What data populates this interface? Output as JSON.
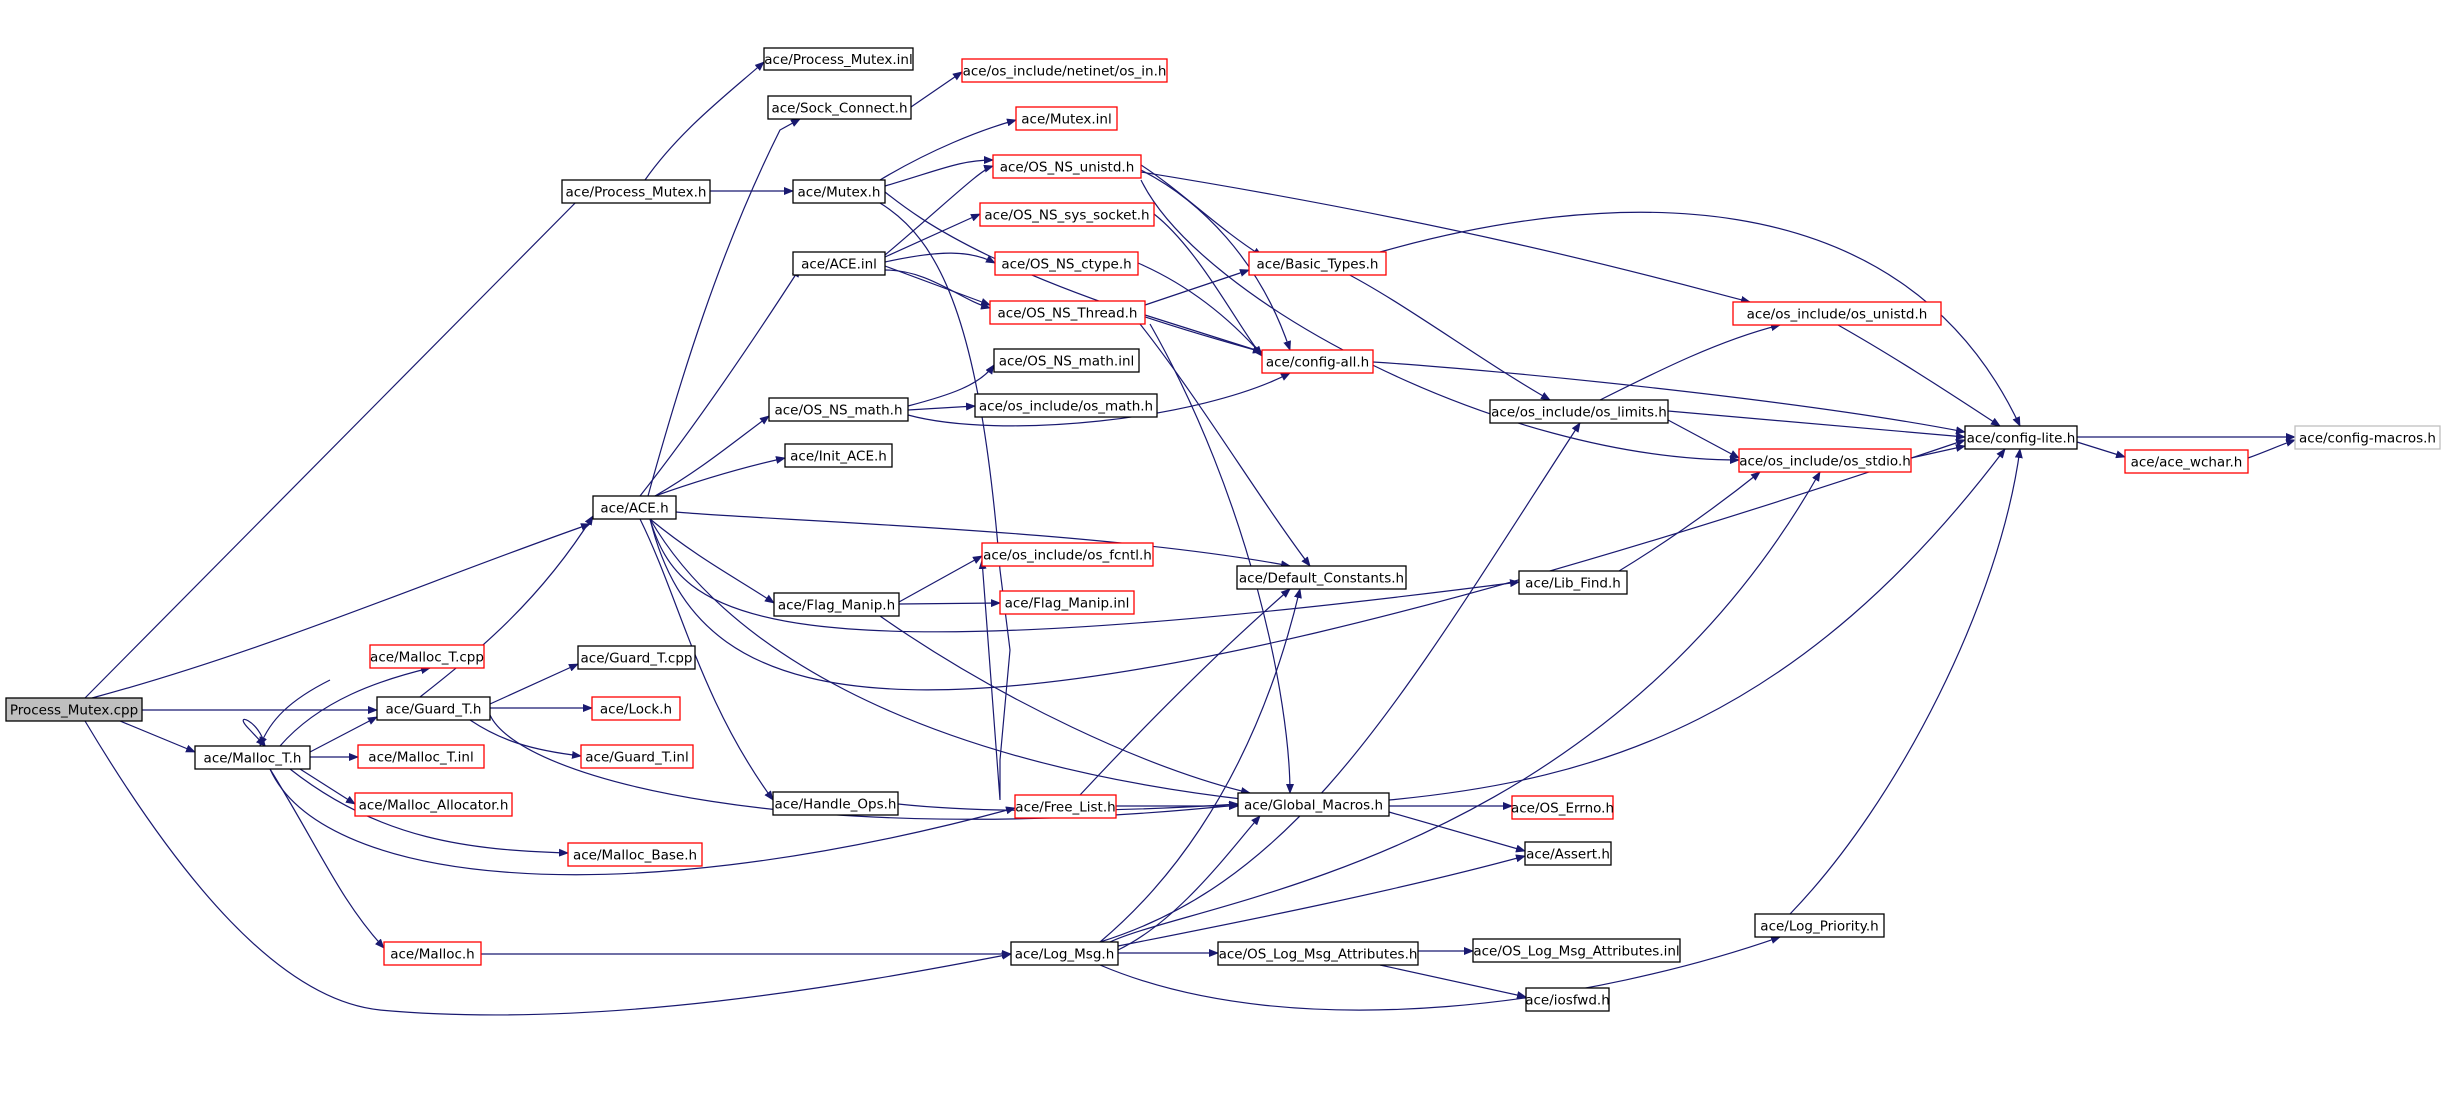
{
  "colors": {
    "edge": "#191970",
    "border_normal": "#000000",
    "border_truncated": "#ff0000",
    "border_external": "#bfbfbf",
    "fill_root": "#bfbfbf",
    "fill_default": "#ffffff"
  },
  "nodes": [
    {
      "id": "n0",
      "label": "Process_Mutex.cpp",
      "kind": "root"
    },
    {
      "id": "n1",
      "label": "ace/Process_Mutex.h",
      "kind": "normal"
    },
    {
      "id": "n2",
      "label": "ace/ACE.h",
      "kind": "normal"
    },
    {
      "id": "n3",
      "label": "ace/Guard_T.h",
      "kind": "normal"
    },
    {
      "id": "n4",
      "label": "ace/Malloc_T.h",
      "kind": "normal"
    },
    {
      "id": "n5",
      "label": "ace/Log_Msg.h",
      "kind": "normal"
    },
    {
      "id": "n6",
      "label": "ace/Process_Mutex.inl",
      "kind": "normal"
    },
    {
      "id": "n7",
      "label": "ace/Sock_Connect.h",
      "kind": "normal"
    },
    {
      "id": "n8",
      "label": "ace/os_include/netinet/os_in.h",
      "kind": "truncated"
    },
    {
      "id": "n9",
      "label": "ace/Mutex.inl",
      "kind": "truncated"
    },
    {
      "id": "n10",
      "label": "ace/Mutex.h",
      "kind": "normal"
    },
    {
      "id": "n11",
      "label": "ace/OS_NS_unistd.h",
      "kind": "truncated"
    },
    {
      "id": "n12",
      "label": "ace/OS_NS_sys_socket.h",
      "kind": "truncated"
    },
    {
      "id": "n13",
      "label": "ace/ACE.inl",
      "kind": "normal"
    },
    {
      "id": "n14",
      "label": "ace/OS_NS_ctype.h",
      "kind": "truncated"
    },
    {
      "id": "n15",
      "label": "ace/Basic_Types.h",
      "kind": "truncated"
    },
    {
      "id": "n16",
      "label": "ace/OS_NS_Thread.h",
      "kind": "truncated"
    },
    {
      "id": "n17",
      "label": "ace/os_include/os_unistd.h",
      "kind": "truncated"
    },
    {
      "id": "n18",
      "label": "ace/config-all.h",
      "kind": "truncated"
    },
    {
      "id": "n19",
      "label": "ace/OS_NS_math.inl",
      "kind": "normal"
    },
    {
      "id": "n20",
      "label": "ace/OS_NS_math.h",
      "kind": "normal"
    },
    {
      "id": "n21",
      "label": "ace/os_include/os_math.h",
      "kind": "normal"
    },
    {
      "id": "n22",
      "label": "ace/os_include/os_limits.h",
      "kind": "normal"
    },
    {
      "id": "n23",
      "label": "ace/config-lite.h",
      "kind": "normal"
    },
    {
      "id": "n24",
      "label": "ace/config-macros.h",
      "kind": "external"
    },
    {
      "id": "n25",
      "label": "ace/Init_ACE.h",
      "kind": "normal"
    },
    {
      "id": "n26",
      "label": "ace/os_include/os_stdio.h",
      "kind": "truncated"
    },
    {
      "id": "n27",
      "label": "ace/ace_wchar.h",
      "kind": "truncated"
    },
    {
      "id": "n28",
      "label": "ace/os_include/os_fcntl.h",
      "kind": "truncated"
    },
    {
      "id": "n29",
      "label": "ace/Default_Constants.h",
      "kind": "normal"
    },
    {
      "id": "n30",
      "label": "ace/Lib_Find.h",
      "kind": "normal"
    },
    {
      "id": "n31",
      "label": "ace/Flag_Manip.h",
      "kind": "normal"
    },
    {
      "id": "n32",
      "label": "ace/Flag_Manip.inl",
      "kind": "truncated"
    },
    {
      "id": "n33",
      "label": "ace/Malloc_T.cpp",
      "kind": "truncated"
    },
    {
      "id": "n34",
      "label": "ace/Guard_T.cpp",
      "kind": "normal"
    },
    {
      "id": "n35",
      "label": "ace/Lock.h",
      "kind": "truncated"
    },
    {
      "id": "n36",
      "label": "ace/Malloc_T.inl",
      "kind": "truncated"
    },
    {
      "id": "n37",
      "label": "ace/Guard_T.inl",
      "kind": "truncated"
    },
    {
      "id": "n38",
      "label": "ace/Malloc_Allocator.h",
      "kind": "truncated"
    },
    {
      "id": "n39",
      "label": "ace/Malloc_Base.h",
      "kind": "truncated"
    },
    {
      "id": "n40",
      "label": "ace/Handle_Ops.h",
      "kind": "normal"
    },
    {
      "id": "n41",
      "label": "ace/Free_List.h",
      "kind": "truncated"
    },
    {
      "id": "n42",
      "label": "ace/Global_Macros.h",
      "kind": "normal"
    },
    {
      "id": "n43",
      "label": "ace/OS_Errno.h",
      "kind": "truncated"
    },
    {
      "id": "n44",
      "label": "ace/Assert.h",
      "kind": "normal"
    },
    {
      "id": "n45",
      "label": "ace/Malloc.h",
      "kind": "truncated"
    },
    {
      "id": "n46",
      "label": "ace/OS_Log_Msg_Attributes.h",
      "kind": "normal"
    },
    {
      "id": "n47",
      "label": "ace/OS_Log_Msg_Attributes.inl",
      "kind": "normal"
    },
    {
      "id": "n48",
      "label": "ace/iosfwd.h",
      "kind": "normal"
    },
    {
      "id": "n49",
      "label": "ace/Log_Priority.h",
      "kind": "normal"
    }
  ]
}
